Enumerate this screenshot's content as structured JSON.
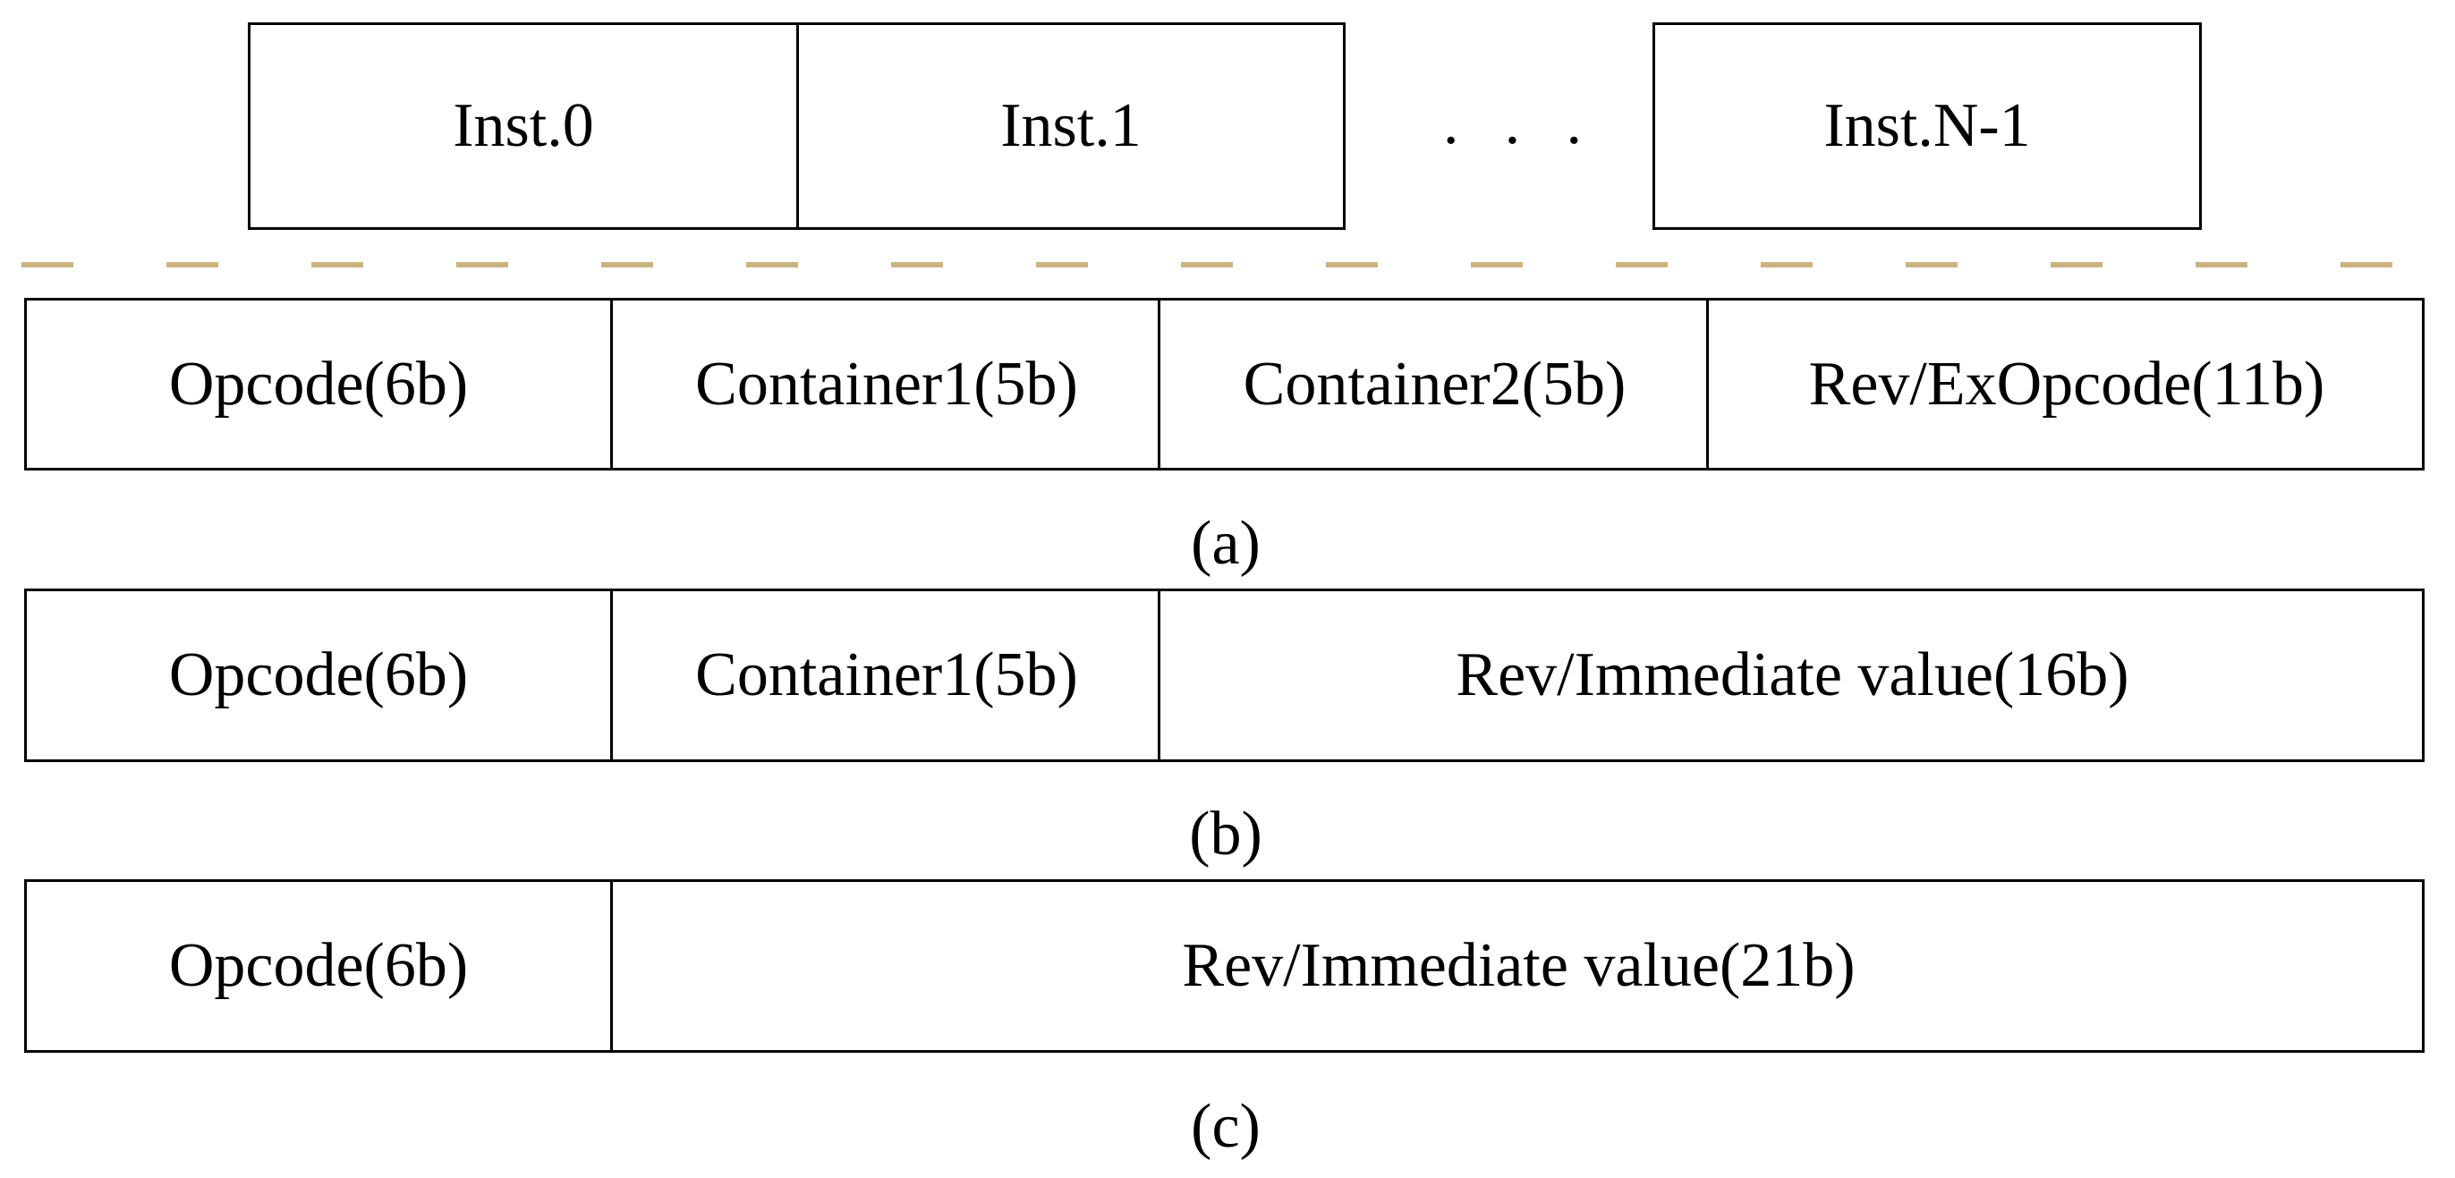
{
  "instruction_sequence": {
    "inst0": "Inst.0",
    "inst1": "Inst.1",
    "ellipsis": "· · ·",
    "inst_last": "Inst.N-1"
  },
  "separator_color": "#cbb37f",
  "format_a": {
    "fields": [
      "Opcode(6b)",
      "Container1(5b)",
      "Container2(5b)",
      "Rev/ExOpcode(11b)"
    ],
    "caption": "(a)"
  },
  "format_b": {
    "fields": [
      "Opcode(6b)",
      "Container1(5b)",
      "Rev/Immediate value(16b)"
    ],
    "caption": "(b)"
  },
  "format_c": {
    "fields": [
      "Opcode(6b)",
      "Rev/Immediate value(21b)"
    ],
    "caption": "(c)"
  }
}
